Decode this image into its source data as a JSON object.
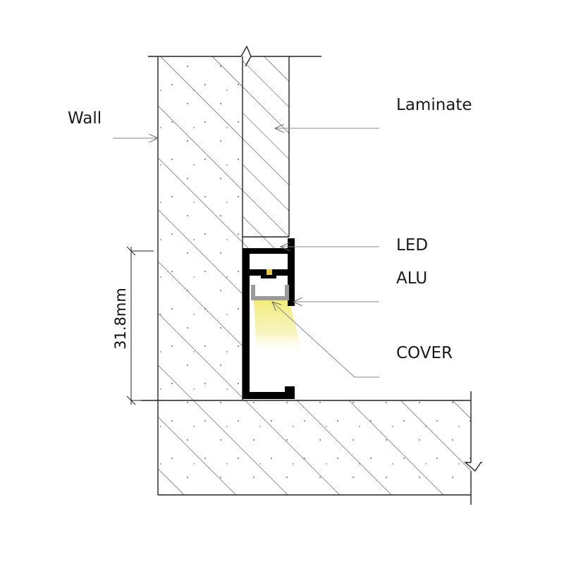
{
  "labels": {
    "wall": "Wall",
    "laminate": "Laminate",
    "led": "LED",
    "alu": "ALU",
    "cover": "COVER"
  },
  "dimension": {
    "height_label": "31.8mm"
  },
  "colors": {
    "line": "#222222",
    "leader": "#888888",
    "profile": "#000000",
    "cover": "#999999",
    "light_beam": "#f3ef8a"
  }
}
